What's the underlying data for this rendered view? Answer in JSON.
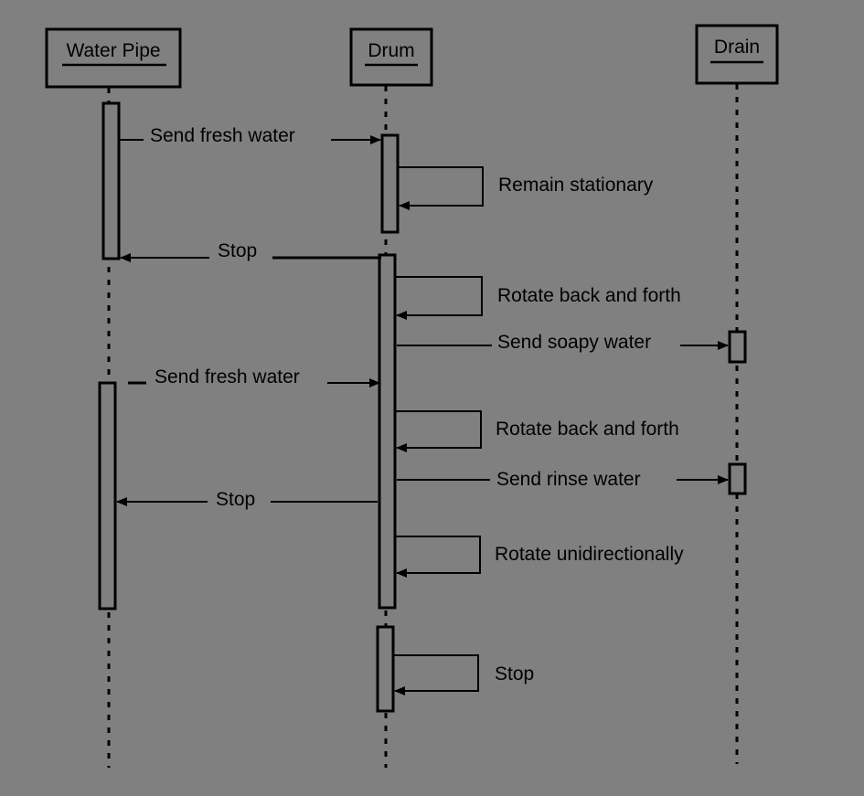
{
  "diagram": {
    "type": "sequence-diagram",
    "background": "#808080",
    "objects": [
      {
        "id": "water-pipe",
        "name": "Water Pipe"
      },
      {
        "id": "drum",
        "name": "Drum"
      },
      {
        "id": "drain",
        "name": "Drain"
      }
    ],
    "messages": [
      {
        "from": "water-pipe",
        "to": "drum",
        "label": "Send fresh water"
      },
      {
        "from": "drum",
        "to": "drum",
        "label": "Remain stationary"
      },
      {
        "from": "drum",
        "to": "water-pipe",
        "label": "Stop"
      },
      {
        "from": "drum",
        "to": "drum",
        "label": "Rotate back and forth"
      },
      {
        "from": "drum",
        "to": "drain",
        "label": "Send soapy water"
      },
      {
        "from": "water-pipe",
        "to": "drum",
        "label": "Send fresh water"
      },
      {
        "from": "drum",
        "to": "drum",
        "label": "Rotate back and forth"
      },
      {
        "from": "drum",
        "to": "drain",
        "label": "Send rinse water"
      },
      {
        "from": "drum",
        "to": "water-pipe",
        "label": "Stop"
      },
      {
        "from": "drum",
        "to": "drum",
        "label": "Rotate unidirectionally"
      },
      {
        "from": "drum",
        "to": "drum",
        "label": "Stop"
      }
    ]
  }
}
